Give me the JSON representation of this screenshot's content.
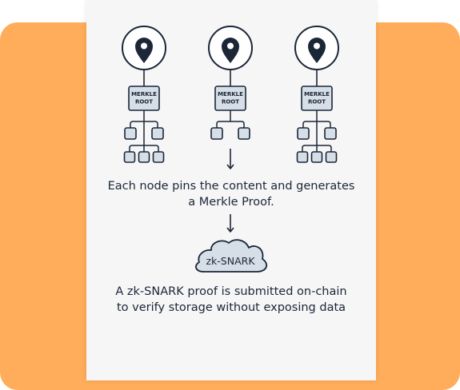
{
  "nodes": [
    {
      "icon": "map-pin-icon",
      "root_lines": [
        "MERKLE",
        "ROOT"
      ],
      "tree_shape": "full"
    },
    {
      "icon": "map-pin-icon",
      "root_lines": [
        "MERKLE",
        "ROOT"
      ],
      "tree_shape": "partial"
    },
    {
      "icon": "map-pin-icon",
      "root_lines": [
        "MERKLE",
        "ROOT"
      ],
      "tree_shape": "full"
    }
  ],
  "step1": {
    "lines": [
      "Each node pins the content and generates",
      "a Merkle Proof."
    ]
  },
  "cloud_label": "zk-SNARK",
  "step2": {
    "lines": [
      "A zk-SNARK proof is submitted on-chain",
      "to verify storage without exposing data"
    ]
  },
  "colors": {
    "background": "#FFAD5A",
    "card": "#F6F6F7",
    "ink": "#1b2636",
    "box_fill": "#D6DEE8"
  }
}
